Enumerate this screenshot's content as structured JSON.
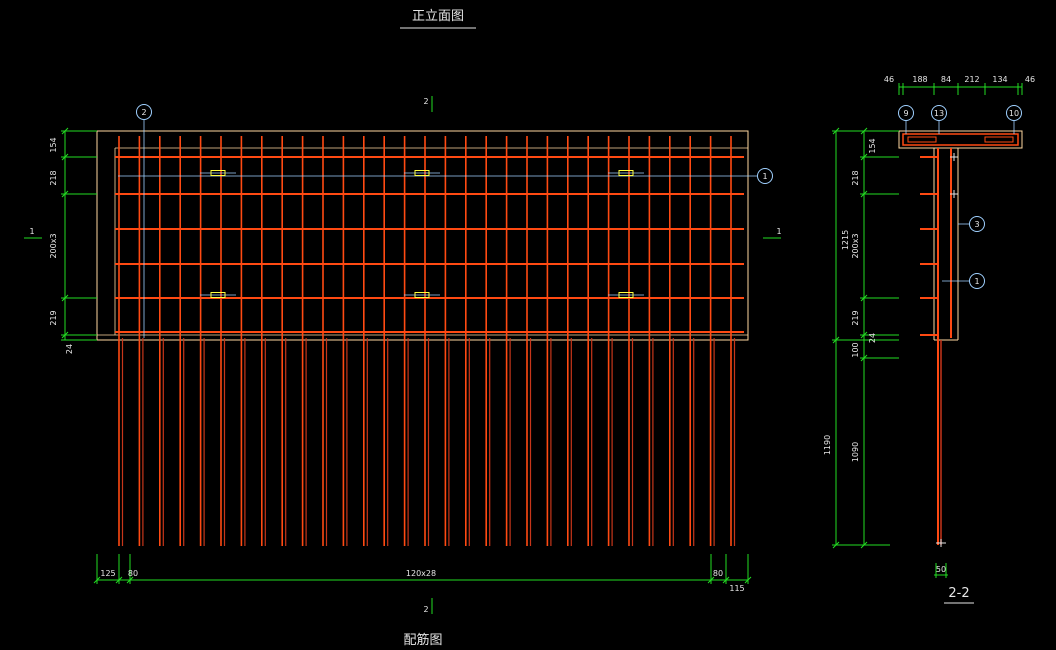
{
  "titles": {
    "front_elevation": "正立面图",
    "rebar_drawing": "配筋图",
    "section": "2-2"
  },
  "section_marks": {
    "top": "2",
    "bottom": "2",
    "left": "1",
    "right": "1"
  },
  "callouts": {
    "grid_2": "2",
    "grid_1": "1",
    "rebar_9": "9",
    "rebar_13": "13",
    "rebar_10": "10",
    "rebar_3": "3",
    "rebar_1": "1"
  },
  "dims_main_left": {
    "d154": "154",
    "d218": "218",
    "d200x3": "200x3",
    "d219": "219",
    "d24": "24"
  },
  "dims_main_bottom": {
    "d125": "125",
    "d80_left": "80",
    "d120x28": "120x28",
    "d80_right": "80",
    "d115": "115"
  },
  "dims_section_top": {
    "d46_left": "46",
    "d188": "188",
    "d84": "84",
    "d212": "212",
    "d134": "134",
    "d46_right": "46"
  },
  "dims_section_left": {
    "d154": "154",
    "d218": "218",
    "d1215": "1215",
    "d200x3": "200x3",
    "d219": "219",
    "d24": "24",
    "d100": "100",
    "d1190": "1190",
    "d1090": "1090",
    "d50": "50"
  },
  "colors": {
    "background": "#000000",
    "rebar": "#ff4a12",
    "rebar_dark": "#c8361a",
    "outline": "#ffd9a0",
    "dimension": "#22dd22",
    "callout": "#9fd0ff",
    "text": "#e6e6e6",
    "highlight": "#ffff40"
  }
}
